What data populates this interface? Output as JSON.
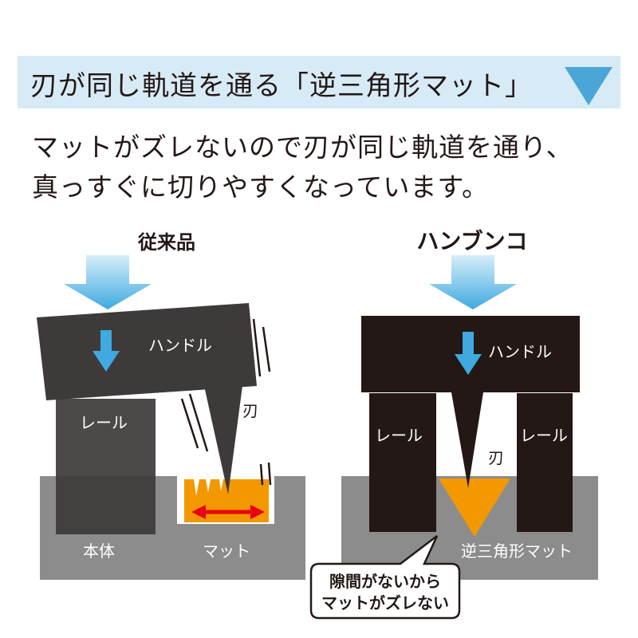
{
  "header": {
    "title": "刃が同じ軌道を通る「逆三角形マット」"
  },
  "description": {
    "line1": "マットがズレないので刃が同じ軌道を通り、",
    "line2": "真っすぐに切りやすくなっています。"
  },
  "left_panel": {
    "heading": "従来品",
    "handle_label": "ハンドル",
    "rail_label": "レール",
    "blade_label": "刃",
    "body_label": "本体",
    "mat_label": "マット"
  },
  "right_panel": {
    "heading": "ハンブンコ",
    "handle_label": "ハンドル",
    "rail_left_label": "レール",
    "rail_right_label": "レール",
    "blade_label": "刃",
    "mat_label": "逆三角形マット",
    "callout_line1": "隙間がないから",
    "callout_line2": "マットがズレない"
  },
  "colors": {
    "header_band": "#d7ebf7",
    "triangle_accent": "#4aa6d6",
    "handle_left": "#3e3a39",
    "handle_right": "#231815",
    "base": "#8c8c8c",
    "mat": "#f39800",
    "arrow_red": "#e60012",
    "arrow_blue_top": "#3fa9e0",
    "arrow_blue_bottom": "#d6eef9"
  },
  "icons": {
    "header_triangle": "inverted-triangle-icon",
    "push_arrow": "down-arrow-icon",
    "motion_lines": "shake-lines-icon",
    "slide_arrow": "double-arrow-icon"
  }
}
